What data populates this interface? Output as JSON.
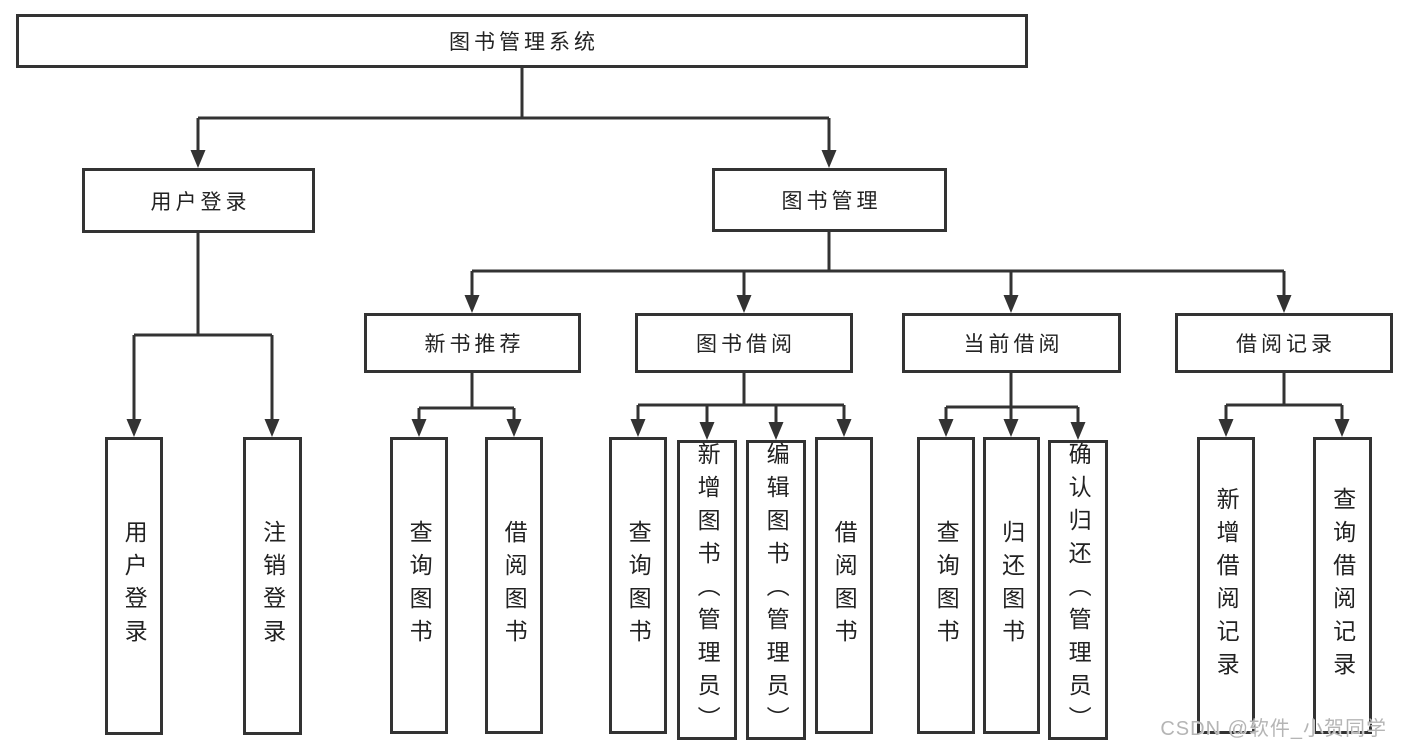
{
  "diagram": {
    "title_node": {
      "label": "图书管理系统"
    },
    "branches": [
      {
        "label": "用户登录",
        "children": [
          {
            "label": "用户登录"
          },
          {
            "label": "注销登录"
          }
        ]
      },
      {
        "label": "图书管理",
        "children": [
          {
            "label": "新书推荐",
            "children": [
              {
                "label": "查询图书"
              },
              {
                "label": "借阅图书"
              }
            ]
          },
          {
            "label": "图书借阅",
            "children": [
              {
                "label": "查询图书"
              },
              {
                "label": "新增图书（管理员）"
              },
              {
                "label": "编辑图书（管理员）"
              },
              {
                "label": "借阅图书"
              }
            ]
          },
          {
            "label": "当前借阅",
            "children": [
              {
                "label": "查询图书"
              },
              {
                "label": "归还图书"
              },
              {
                "label": "确认归还（管理员）"
              }
            ]
          },
          {
            "label": "借阅记录",
            "children": [
              {
                "label": "新增借阅记录"
              },
              {
                "label": "查询借阅记录"
              }
            ]
          }
        ]
      }
    ]
  },
  "watermark": {
    "text": "CSDN @软件_小贺同学"
  },
  "colors": {
    "line": "#333333",
    "box_border": "#333333",
    "text": "#222222",
    "watermark": "#b5b5b5",
    "background": "#ffffff"
  }
}
